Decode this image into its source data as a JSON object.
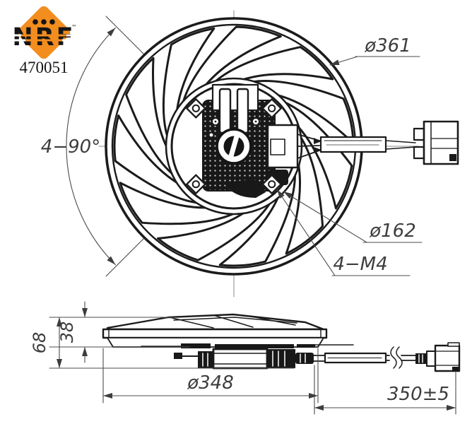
{
  "part": {
    "brand": "NRF",
    "trademark": "™",
    "number": "470051"
  },
  "colors": {
    "logo_orange": "#F28D1E",
    "drawing_line": "#1b1b1b",
    "dimension_line": "#4b4b4b"
  },
  "top_view": {
    "angle_dim": "4−90°",
    "outer_diameter": "ø361",
    "motor_diameter": "ø162",
    "mount_thread": "4−M4"
  },
  "side_view": {
    "total_height": "68",
    "shroud_height": "38",
    "body_diameter": "ø348",
    "cable_length": "350±5"
  }
}
